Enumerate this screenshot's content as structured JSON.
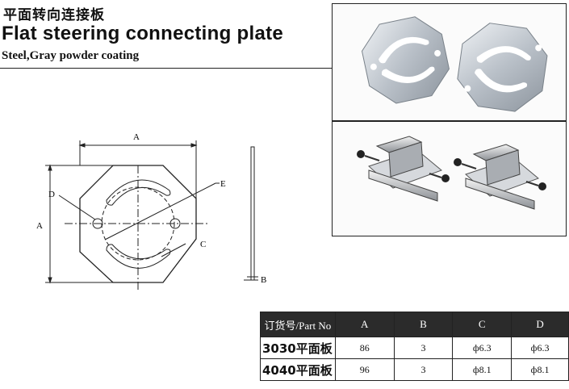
{
  "header": {
    "title_cn": "平面转向连接板",
    "title_en": "Flat steering connecting plate",
    "subtitle": "Steel,Gray powder coating"
  },
  "drawing": {
    "labels": {
      "a_top": "A",
      "a_left": "A",
      "d": "D",
      "e": "E",
      "c": "C",
      "b": "B"
    }
  },
  "photos": {
    "top": "steel-plates-photo",
    "bottom": "plates-with-profiles-photo"
  },
  "table": {
    "headers": [
      "订货号/Part No",
      "A",
      "B",
      "C",
      "D"
    ],
    "rows": [
      {
        "part_no": "3030平面板",
        "a": "86",
        "b": "3",
        "c": "ф6.3",
        "d": "ф6.3"
      },
      {
        "part_no": "4040平面板",
        "a": "96",
        "b": "3",
        "c": "ф8.1",
        "d": "ф8.1"
      }
    ]
  }
}
